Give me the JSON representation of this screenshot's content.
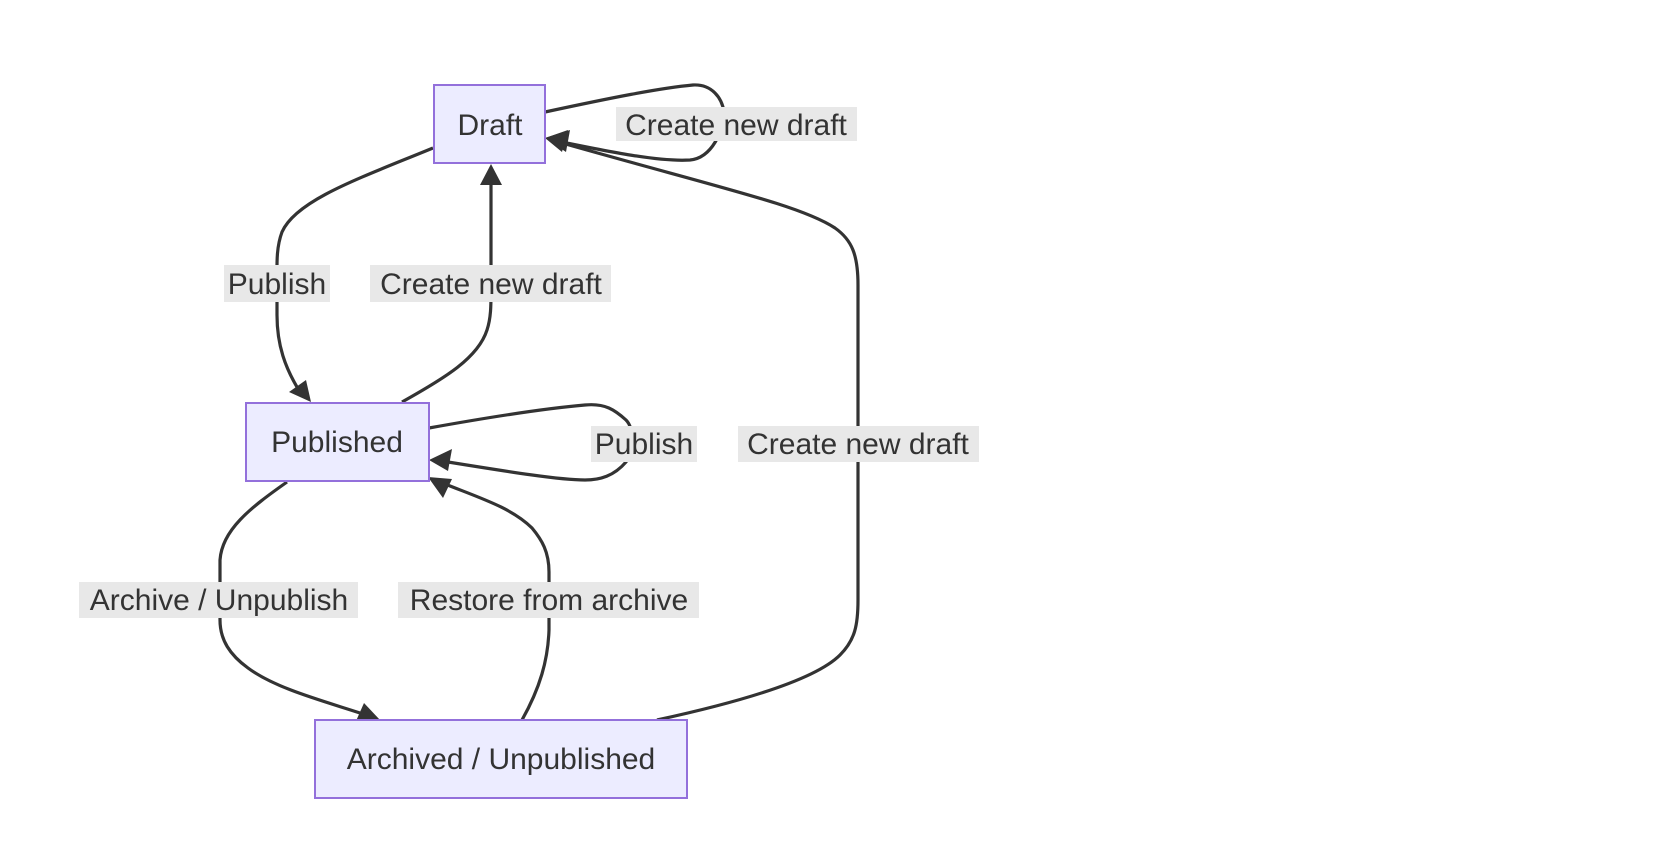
{
  "diagram": {
    "type": "state-diagram",
    "colors": {
      "node_fill": "#ECECFF",
      "node_border": "#9370DB",
      "edge": "#333333",
      "label_bg": "#E8E8E8",
      "text": "#333333"
    },
    "nodes": [
      {
        "id": "draft",
        "label": "Draft"
      },
      {
        "id": "published",
        "label": "Published"
      },
      {
        "id": "archived",
        "label": "Archived / Unpublished"
      }
    ],
    "edges": [
      {
        "id": "draft-draft",
        "from": "draft",
        "to": "draft",
        "label": "Create new draft"
      },
      {
        "id": "draft-published",
        "from": "draft",
        "to": "published",
        "label": "Publish"
      },
      {
        "id": "published-draft",
        "from": "published",
        "to": "draft",
        "label": "Create new draft"
      },
      {
        "id": "published-published",
        "from": "published",
        "to": "published",
        "label": "Publish"
      },
      {
        "id": "archived-draft",
        "from": "archived",
        "to": "draft",
        "label": "Create new draft"
      },
      {
        "id": "published-archived",
        "from": "published",
        "to": "archived",
        "label": "Archive / Unpublish"
      },
      {
        "id": "archived-published",
        "from": "archived",
        "to": "published",
        "label": "Restore from archive"
      }
    ]
  }
}
